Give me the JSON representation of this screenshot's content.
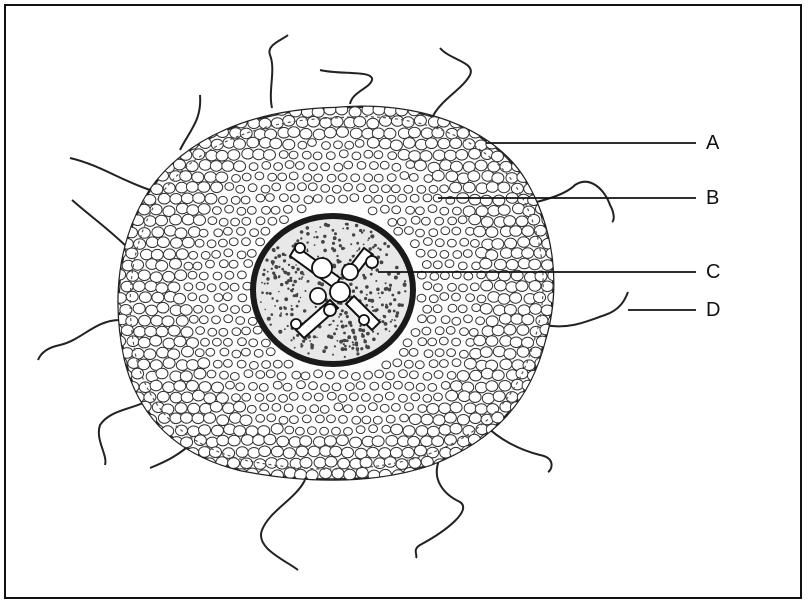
{
  "labels": {
    "a": "A",
    "b": "B",
    "c": "C",
    "d": "D"
  },
  "colors": {
    "ink": "#111111",
    "stele_ring": "#1a1a1a",
    "background": "#ffffff"
  }
}
